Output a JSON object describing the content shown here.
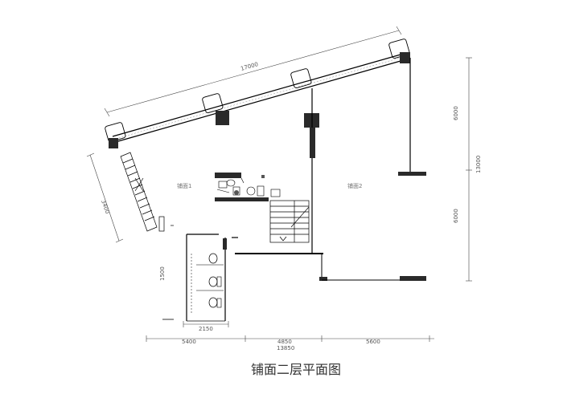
{
  "drawing": {
    "title": "铺面二层平面图",
    "rooms": {
      "left": "铺面1",
      "right": "铺面2"
    },
    "dimensions": {
      "top_wall": "17000",
      "left_stair": "3400",
      "right_upper": "6000",
      "right_total": "13000",
      "right_lower": "6000",
      "toilet_height": "1500",
      "toilet_width": "2150",
      "bottom_left": "5400",
      "bottom_mid": "4850",
      "bottom_total": "13850",
      "bottom_right": "5600"
    }
  }
}
